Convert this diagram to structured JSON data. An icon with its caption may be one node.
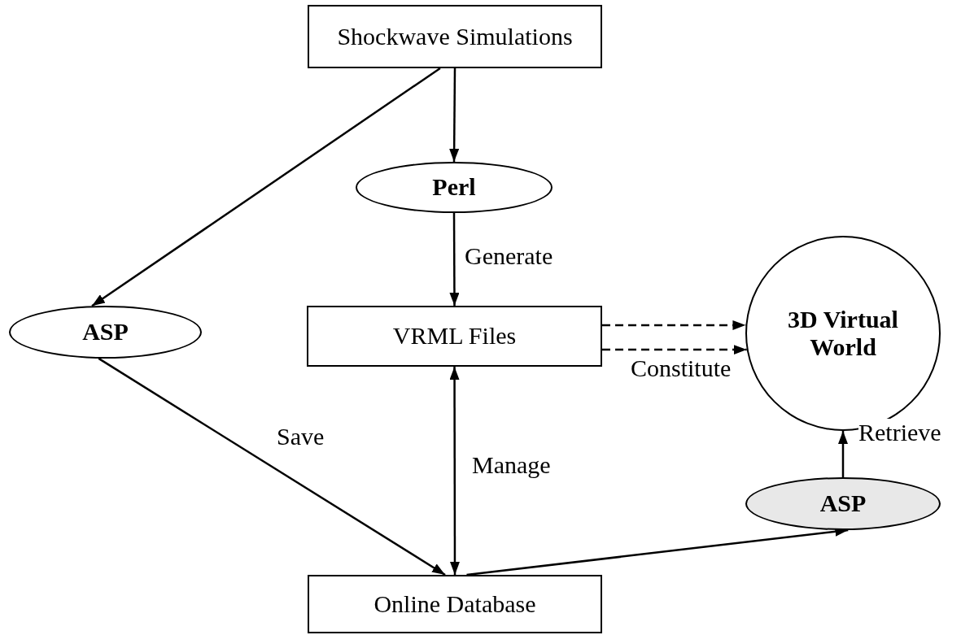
{
  "diagram": {
    "nodes": [
      {
        "text": [
          "Shockwave Simulations"
        ]
      },
      {
        "text": [
          "Perl"
        ]
      },
      {
        "text": [
          "ASP"
        ]
      },
      {
        "text": [
          "VRML Files"
        ]
      },
      {
        "text": [
          "3D Virtual World"
        ]
      },
      {
        "text": [
          "ASP"
        ]
      },
      {
        "text": [
          "Online Database"
        ]
      }
    ],
    "edges": [
      {
        "from": 0,
        "to": 1,
        "arrow": "to"
      },
      {
        "from": 0,
        "to": 2,
        "arrow": "to"
      },
      {
        "from": 1,
        "to": 3,
        "arrow": "to",
        "label": "Generate"
      },
      {
        "from": 3,
        "to": 4,
        "arrow": "to",
        "style": "dashed"
      },
      {
        "from": 3,
        "to": 4,
        "arrow": "to",
        "style": "dashed",
        "label": "Constitute"
      },
      {
        "from": 2,
        "to": 6,
        "arrow": "to",
        "label": "Save"
      },
      {
        "from": 3,
        "to": 6,
        "arrow": "both",
        "label": "Manage"
      },
      {
        "from": 6,
        "to": 5,
        "arrow": "to"
      },
      {
        "from": 5,
        "to": 4,
        "arrow": "to",
        "label": "Retrieve"
      }
    ]
  }
}
